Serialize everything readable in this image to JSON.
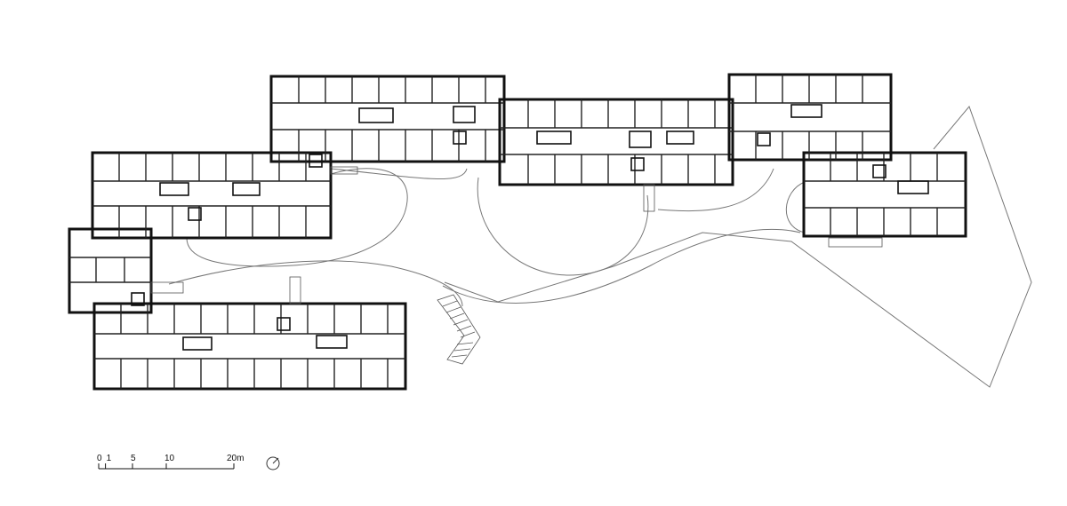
{
  "scale_bar": {
    "ticks": [
      {
        "label": "0",
        "value": 0
      },
      {
        "label": "1",
        "value": 1
      },
      {
        "label": "5",
        "value": 5
      },
      {
        "label": "10",
        "value": 10
      },
      {
        "label": "20m",
        "value": 20
      }
    ],
    "max_value": 20
  },
  "north_arrow": {
    "icon": "north-arrow-icon"
  },
  "colors": {
    "ink": "#111111",
    "path": "#777777",
    "background": "#ffffff"
  }
}
